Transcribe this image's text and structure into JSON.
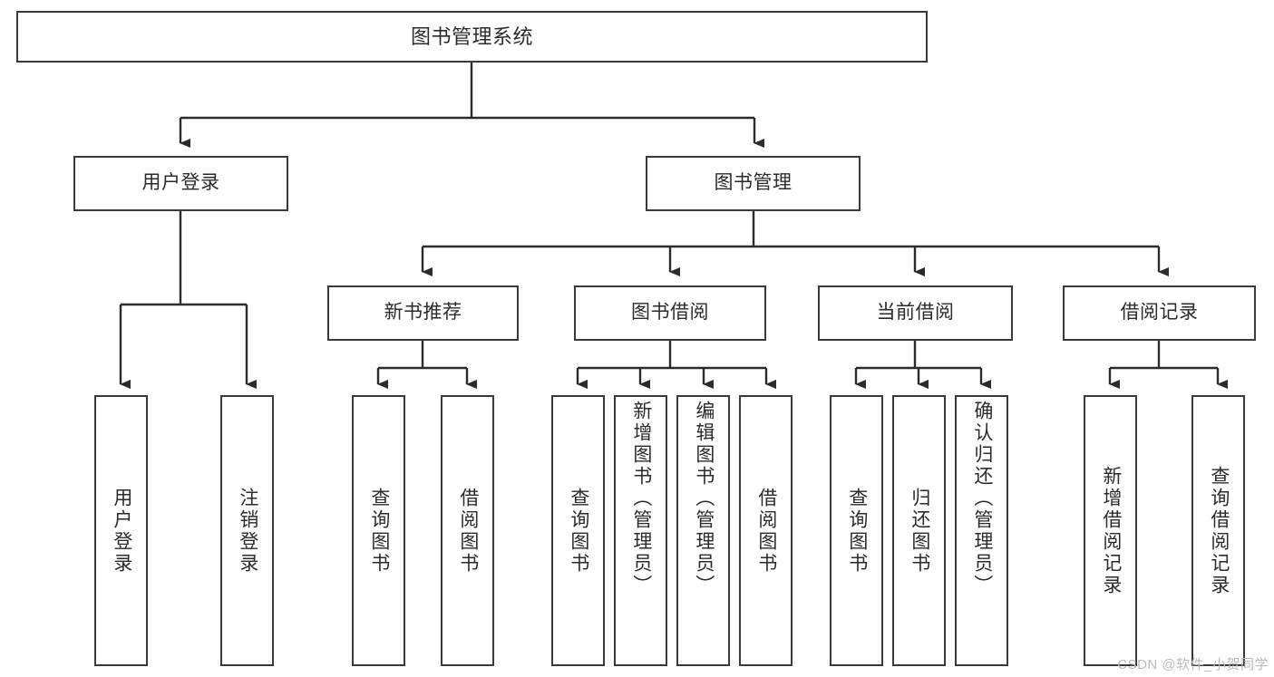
{
  "diagram": {
    "type": "hierarchy-tree",
    "title": "图书管理系统",
    "colors": {
      "box_border": "#3a3a3a",
      "box_fill": "#ffffff",
      "connector": "#2b2b2b",
      "text": "#2b2b2b",
      "watermark": "#b9b9b9",
      "background": "#ffffff"
    },
    "root": {
      "label": "图书管理系统"
    },
    "level1": [
      {
        "label": "用户登录"
      },
      {
        "label": "图书管理"
      }
    ],
    "level2": [
      {
        "label": "新书推荐"
      },
      {
        "label": "图书借阅"
      },
      {
        "label": "当前借阅"
      },
      {
        "label": "借阅记录"
      }
    ],
    "leaves": {
      "user_login": [
        {
          "label": "用户登录"
        },
        {
          "label": "注销登录"
        }
      ],
      "new_book_recommend": [
        {
          "label": "查询图书"
        },
        {
          "label": "借阅图书"
        }
      ],
      "book_borrow": [
        {
          "label": "查询图书"
        },
        {
          "label": "新增图书（管理员）"
        },
        {
          "label": "编辑图书（管理员）"
        },
        {
          "label": "借阅图书"
        }
      ],
      "current_borrow": [
        {
          "label": "查询图书"
        },
        {
          "label": "归还图书"
        },
        {
          "label": "确认归还（管理员）"
        }
      ],
      "borrow_record": [
        {
          "label": "新增借阅记录"
        },
        {
          "label": "查询借阅记录"
        }
      ]
    }
  },
  "watermark": {
    "text": "CSDN @软件_小贺同学"
  }
}
